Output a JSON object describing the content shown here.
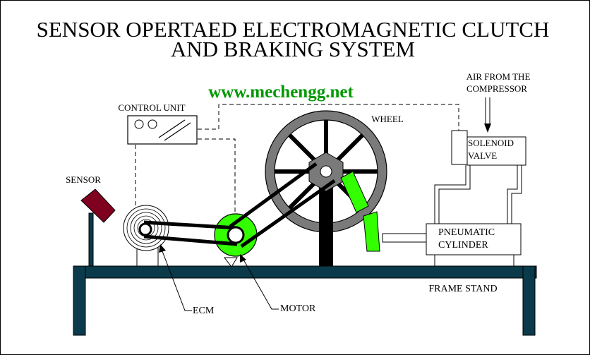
{
  "diagram": {
    "title_line1": "SENSOR OPERTAED ELECTROMAGNETIC CLUTCH",
    "title_line2": "AND BRAKING SYSTEM",
    "watermark": "www.mechengg.net",
    "labels": {
      "control_unit": "CONTROL UNIT",
      "sensor": "SENSOR",
      "wheel": "WHEEL",
      "air_line1": "AIR FROM THE",
      "air_line2": "COMPRESSOR",
      "solenoid_line1": "SOLENOID",
      "solenoid_line2": "VALVE",
      "pneumatic_line1": "PNEUMATIC",
      "pneumatic_line2": "CYLINDER",
      "frame_stand": "FRAME STAND",
      "ecm": "ECM",
      "motor": "MOTOR"
    },
    "colors": {
      "frame": "#0b3a4a",
      "wheel_rim": "#7a7a7a",
      "motor": "#33ff00",
      "brake": "#33ff00",
      "sensor": "#800020",
      "watermark": "#009900"
    }
  }
}
